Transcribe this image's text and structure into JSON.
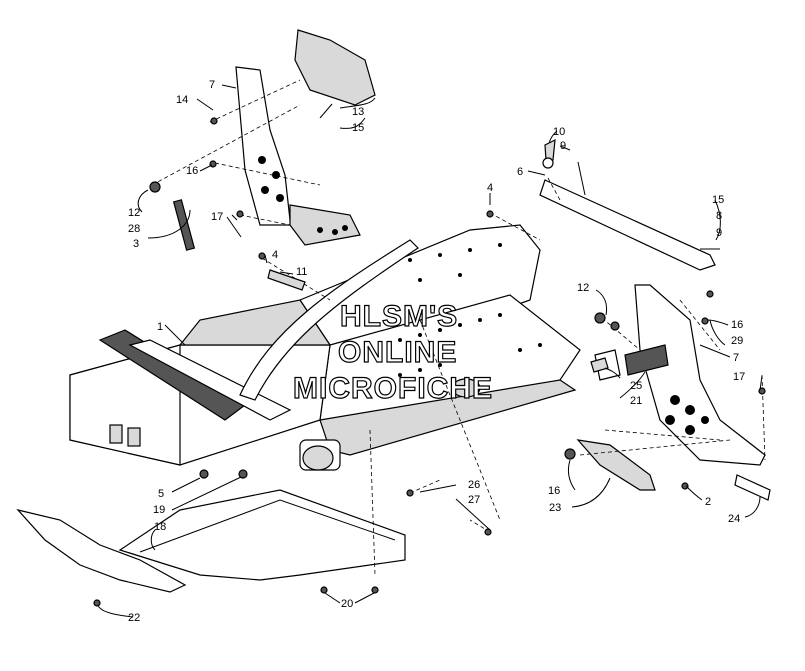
{
  "callouts": [
    "1",
    "2",
    "3",
    "4",
    "4",
    "5",
    "6",
    "7",
    "7",
    "8",
    "9",
    "9",
    "10",
    "11",
    "12",
    "12",
    "13",
    "14",
    "15",
    "15",
    "16",
    "16",
    "16",
    "17",
    "17",
    "18",
    "19",
    "20",
    "21",
    "22",
    "23",
    "24",
    "25",
    "26",
    "27",
    "28",
    "29"
  ],
  "watermark": {
    "line1": "HLSM'S",
    "line2": "ONLINE",
    "line3": "MICROFICHE"
  }
}
